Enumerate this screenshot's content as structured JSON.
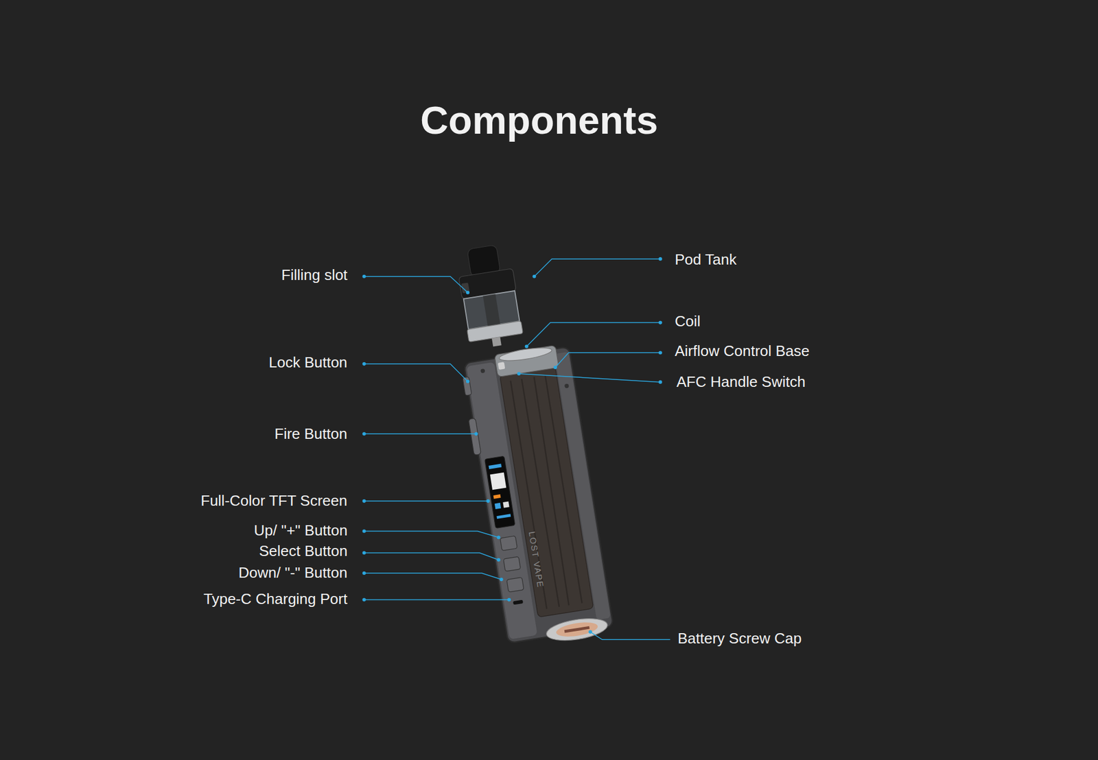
{
  "diagram": {
    "title": "Components",
    "labels": [
      "Filling slot",
      "Lock Button",
      "Fire Button",
      "Full-Color TFT Screen",
      "Up/ \"+\" Button",
      "Select Button",
      "Down/ \"-\" Button",
      "Type-C Charging Port",
      "Pod Tank",
      "Coil",
      "Airflow Control Base",
      "AFC Handle Switch",
      "Battery Screw Cap",
      "LOST VAPE"
    ]
  }
}
